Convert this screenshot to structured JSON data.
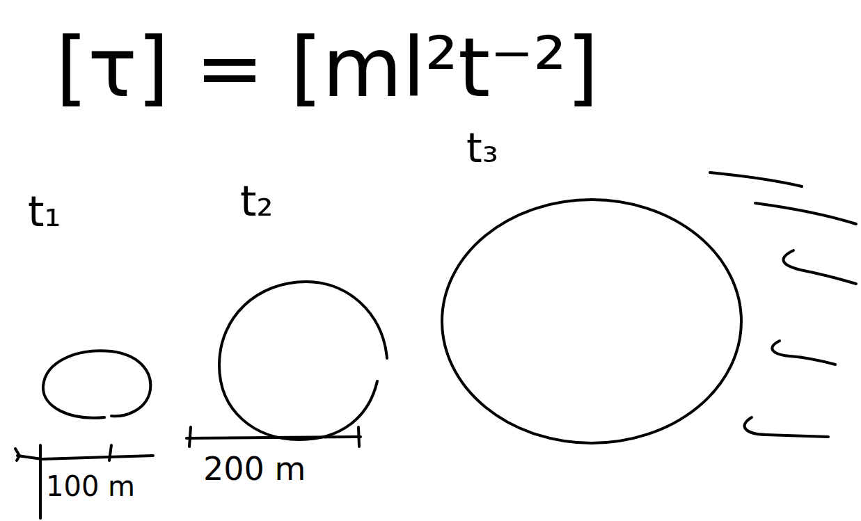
{
  "diagram": {
    "labels": [
      "[τ] = [ml²t⁻²]",
      "t₁",
      "t₂",
      "t₃",
      "100 m",
      "200 m"
    ]
  }
}
